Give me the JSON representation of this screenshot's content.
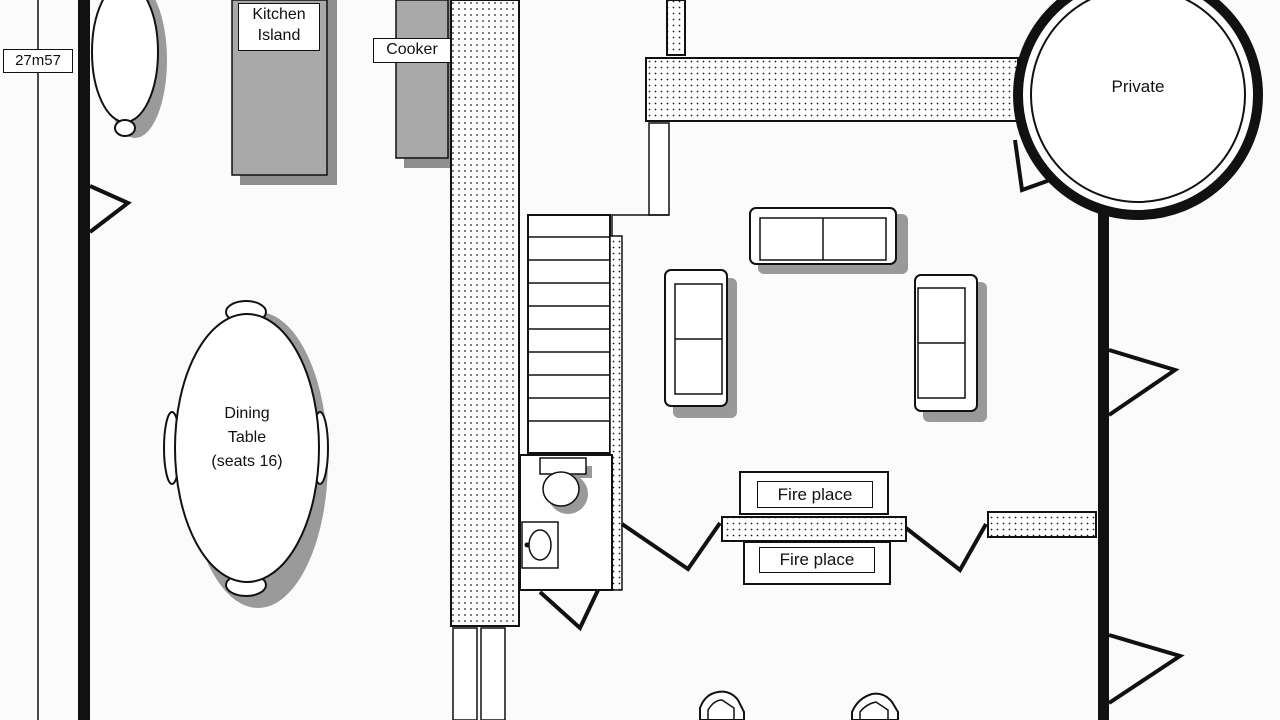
{
  "plan": {
    "dimension_label": "27m57",
    "rooms": {
      "kitchen_island": {
        "line1": "Kitchen",
        "line2": "Island"
      },
      "cooker": "Cooker",
      "dining_table": {
        "line1": "Dining",
        "line2": "Table",
        "line3": "(seats 16)"
      },
      "fire_place_upper": "Fire place",
      "fire_place_lower": "Fire place",
      "private": "Private"
    }
  }
}
